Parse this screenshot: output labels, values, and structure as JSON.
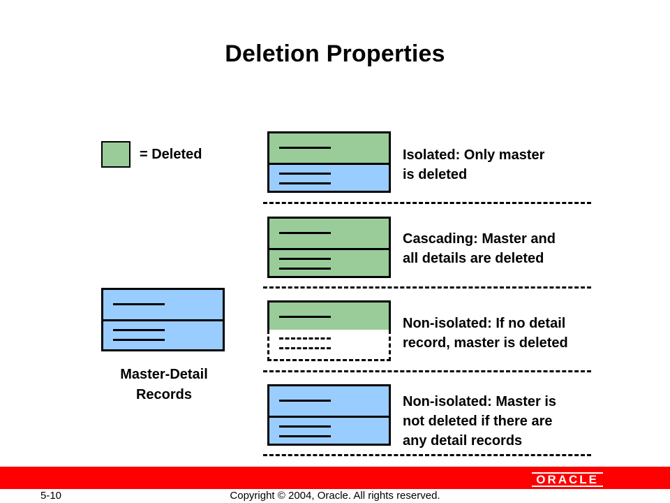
{
  "title": "Deletion Properties",
  "legend": {
    "label": "= Deleted",
    "swatch_color": "#99cc99"
  },
  "colors": {
    "deleted": "#99cc99",
    "kept": "#99ccff",
    "footer_bar": "#ff0000"
  },
  "cases": [
    {
      "lines": [
        "Isolated: Only master",
        "is deleted"
      ],
      "master": "deleted",
      "detail": "kept"
    },
    {
      "lines": [
        "Cascading: Master and",
        "all details are deleted"
      ],
      "master": "deleted",
      "detail": "deleted"
    },
    {
      "lines": [
        "Non-isolated: If no detail",
        "record, master is deleted"
      ],
      "master": "deleted",
      "detail": "absent"
    },
    {
      "lines": [
        "Non-isolated: Master is",
        "not deleted if there are",
        "any detail records"
      ],
      "master": "kept",
      "detail": "kept"
    }
  ],
  "master_detail_label": [
    "Master-Detail",
    "Records"
  ],
  "footer": {
    "page_number": "5-10",
    "copyright": "Copyright © 2004, Oracle.  All rights reserved.",
    "logo": "ORACLE"
  }
}
